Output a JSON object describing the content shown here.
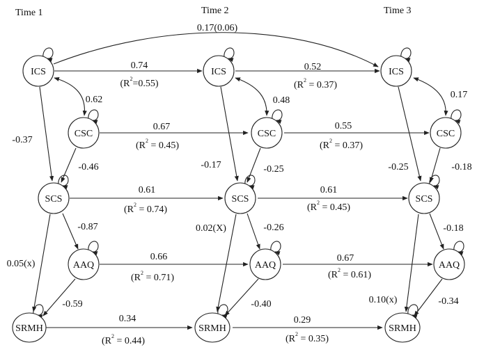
{
  "time_labels": [
    "Time 1",
    "Time 2",
    "Time 3"
  ],
  "nodes": {
    "ICS1": "ICS",
    "CSC1": "CSC",
    "SCS1": "SCS",
    "AAQ1": "AAQ",
    "SRMH1": "SRMH",
    "ICS2": "ICS",
    "CSC2": "CSC",
    "SCS2": "SCS",
    "AAQ2": "AAQ",
    "SRMH2": "SRMH",
    "ICS3": "ICS",
    "CSC3": "CSC",
    "SCS3": "SCS",
    "AAQ3": "AAQ",
    "SRMH3": "SRMH"
  },
  "coefficients": {
    "ics1_ics3": "0.17(0.06)",
    "ics1_ics2": "0.74",
    "ics2_ics3": "0.52",
    "ics1_csc1": "0.62",
    "ics2_csc2": "0.48",
    "ics3_csc3": "0.17",
    "csc1_csc2": "0.67",
    "csc2_csc3": "0.55",
    "ics1_scs1": "-0.37",
    "ics2_scs2": "-0.17",
    "ics3_scs3": "-0.25",
    "csc1_scs1": "-0.46",
    "csc2_scs2": "-0.25",
    "csc3_scs3": "-0.18",
    "scs1_scs2": "0.61",
    "scs2_scs3": "0.61",
    "scs1_aaq1": "-0.87",
    "scs2_aaq2": "-0.26",
    "scs3_aaq3": "-0.18",
    "scs1_srmh1": "0.05(x)",
    "scs2_srmh2": "0.02(X)",
    "scs3_srmh3": "0.10(x)",
    "aaq1_aaq2": "0.66",
    "aaq2_aaq3": "0.67",
    "aaq1_srmh1": "-0.59",
    "aaq2_srmh2": "-0.40",
    "aaq3_srmh3": "-0.34",
    "srmh1_srmh2": "0.34",
    "srmh2_srmh3": "0.29"
  },
  "r_squared": {
    "ics2": {
      "open": "(R",
      "sup": "2",
      "close": "=0.55)"
    },
    "ics3": {
      "open": "(R",
      "sup": "2",
      "close": " = 0.37)"
    },
    "csc2": {
      "open": "(R",
      "sup": "2",
      "close": " = 0.45)"
    },
    "csc3": {
      "open": "(R",
      "sup": "2",
      "close": " = 0.37)"
    },
    "scs2": {
      "open": "(R",
      "sup": "2",
      "close": " = 0.74)"
    },
    "scs3": {
      "open": "(R",
      "sup": "2",
      "close": " = 0.45)"
    },
    "aaq2": {
      "open": "(R",
      "sup": "2",
      "close": " = 0.71)"
    },
    "aaq3": {
      "open": "(R",
      "sup": "2",
      "close": " = 0.61)"
    },
    "srmh2": {
      "open": "(R",
      "sup": "2",
      "close": " = 0.44)"
    },
    "srmh3": {
      "open": "(R",
      "sup": "2",
      "close": " = 0.35)"
    }
  }
}
